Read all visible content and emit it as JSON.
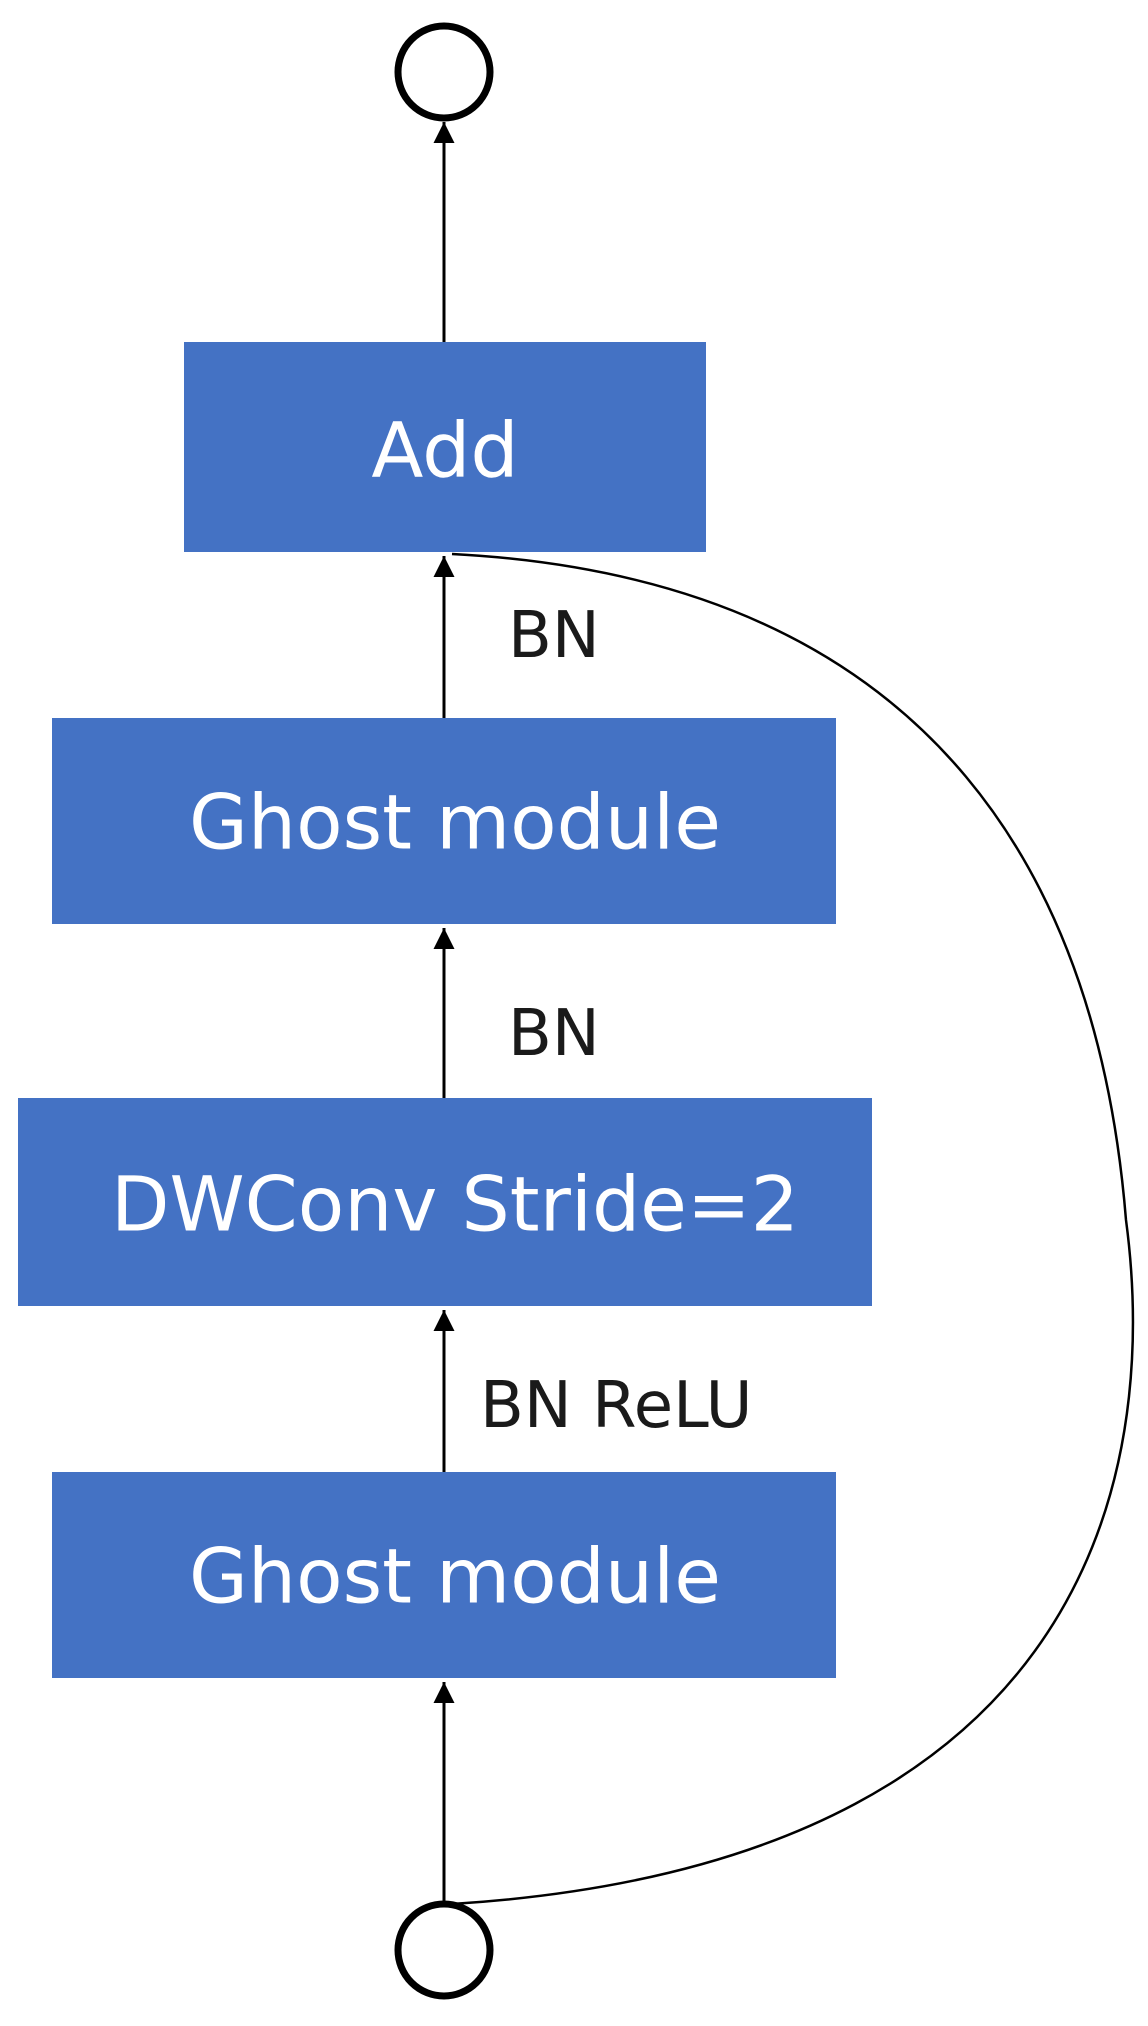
{
  "colors": {
    "block_fill": "#4472C4",
    "block_text": "#ffffff",
    "line": "#000000"
  },
  "blocks": {
    "add": "Add",
    "ghost_module_top": "Ghost module",
    "dwconv": "DWConv Stride=2",
    "ghost_module_bottom": "Ghost module"
  },
  "edges": {
    "label_ghost_to_add": "BN",
    "label_dwconv_to_ghost": "BN",
    "label_ghost_to_dwconv": "BN ReLU"
  },
  "nodes": {
    "output": "output-node",
    "input": "input-node"
  }
}
